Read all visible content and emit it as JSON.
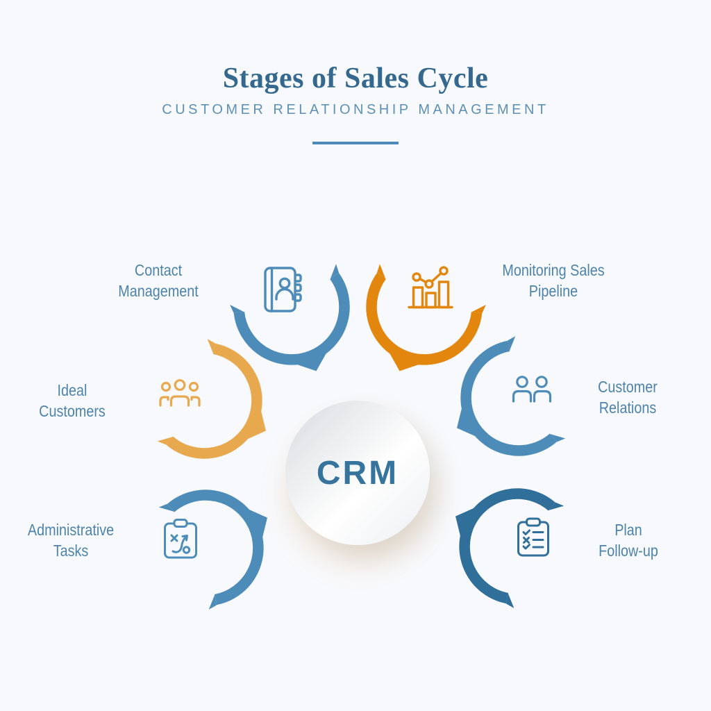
{
  "header": {
    "title": "Stages of Sales Cycle",
    "subtitle": "CUSTOMER RELATIONSHIP MANAGEMENT"
  },
  "center": {
    "label": "CRM"
  },
  "colors": {
    "background": "#f8f9fc",
    "title": "#34688e",
    "subtitle": "#5e90b4",
    "divider": "#4d8ab8",
    "label_text": "#4d83ab",
    "crm_text": "#36749e",
    "blue": "#4d8cb8",
    "dark_blue": "#2f6f9a",
    "orange": "#e2860e",
    "amber": "#e8a84e"
  },
  "stages": [
    {
      "id": "contact-management",
      "label": "Contact Management",
      "label_lines": [
        "Contact",
        "Management"
      ],
      "icon": "address-book-icon",
      "color": "#4d8cb8"
    },
    {
      "id": "monitoring-sales-pipeline",
      "label": "Monitoring Sales Pipeline",
      "label_lines": [
        "Monitoring Sales",
        "Pipeline"
      ],
      "icon": "sales-chart-icon",
      "color": "#e2860e"
    },
    {
      "id": "ideal-customers",
      "label": "Ideal Customers",
      "label_lines": [
        "Ideal",
        "Customers"
      ],
      "icon": "people-group-icon",
      "color": "#e8a84e"
    },
    {
      "id": "customer-relations",
      "label": "Customer Relations",
      "label_lines": [
        "Customer",
        "Relations"
      ],
      "icon": "people-pair-icon",
      "color": "#4d8cb8"
    },
    {
      "id": "administrative-tasks",
      "label": "Administrative Tasks",
      "label_lines": [
        "Administrative",
        "Tasks"
      ],
      "icon": "strategy-clipboard-icon",
      "color": "#4d8cb8"
    },
    {
      "id": "plan-follow-up",
      "label": "Plan Follow-up",
      "label_lines": [
        "Plan",
        "Follow-up"
      ],
      "icon": "checklist-clipboard-icon",
      "color": "#2f6f9a"
    }
  ]
}
